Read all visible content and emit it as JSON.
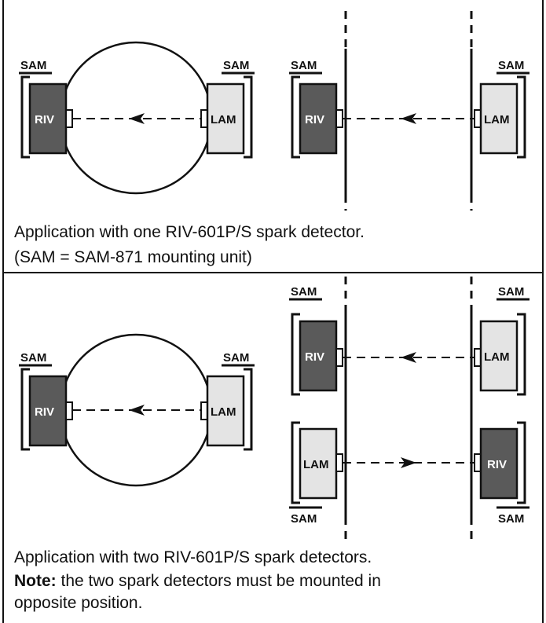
{
  "labels": {
    "sam": "SAM",
    "riv": "RIV",
    "lam": "LAM"
  },
  "captions": {
    "one_detector_line1": "Application with one RIV-601P/S spark detector.",
    "one_detector_line2": "(SAM = SAM-871 mounting unit)",
    "two_detectors_line1": "Application with two RIV-601P/S spark detectors.",
    "note_label": "Note:",
    "note_text": " the two spark detectors must be mounted in",
    "note_line2": "opposite position."
  },
  "colors": {
    "riv_fill": "#5a5a5a",
    "lam_fill": "#e4e4e4",
    "stroke": "#111111"
  }
}
